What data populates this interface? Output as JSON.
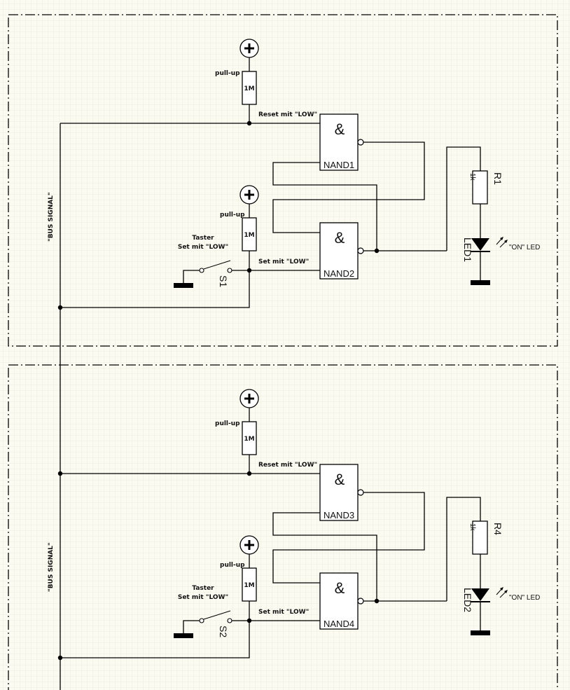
{
  "diagram": {
    "type": "schematic",
    "description": "Two identical NAND SR-latch circuits with pull-up resistors, push switches and LED indicators, sharing a BUS SIGNAL line",
    "colors": {
      "background": "#fbfbf2",
      "grid": "#ebebdc",
      "ink": "#000000"
    },
    "circuits": [
      {
        "bus_label": "\"BUS SIGNAL\"",
        "pullup_top": {
          "label": "pull-up",
          "value": "1M",
          "supply": "+"
        },
        "pullup_bottom": {
          "label": "pull-up",
          "value": "1M",
          "supply": "+"
        },
        "reset_label": "Reset mit \"LOW\"",
        "set_label": "Set mit \"LOW\"",
        "switch_label_1": "Taster",
        "switch_label_2": "Set mit \"LOW\"",
        "switch_name": "S1",
        "gate_symbol": "&",
        "gate_top": "NAND1",
        "gate_bottom": "NAND2",
        "resistor_name": "R1",
        "resistor_value": "1k",
        "led_name": "LED1",
        "led_label": "\"ON\" LED"
      },
      {
        "bus_label": "\"BUS SIGNAL\"",
        "pullup_top": {
          "label": "pull-up",
          "value": "1M",
          "supply": "+"
        },
        "pullup_bottom": {
          "label": "pull-up",
          "value": "1M",
          "supply": "+"
        },
        "reset_label": "Reset mit \"LOW\"",
        "set_label": "Set mit \"LOW\"",
        "switch_label_1": "Taster",
        "switch_label_2": "Set mit \"LOW\"",
        "switch_name": "S2",
        "gate_symbol": "&",
        "gate_top": "NAND3",
        "gate_bottom": "NAND4",
        "resistor_name": "R4",
        "resistor_value": "1k",
        "led_name": "LED2",
        "led_label": "\"ON\" LED"
      }
    ]
  }
}
